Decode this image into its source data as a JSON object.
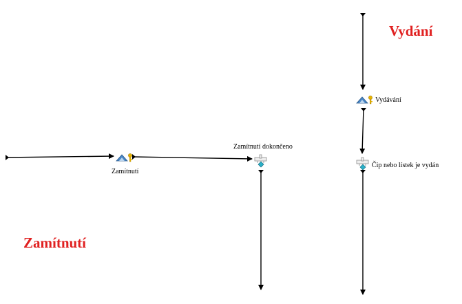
{
  "sections": {
    "vydani": "Vydání",
    "zamitnuti": "Zamítnutí"
  },
  "nodes": {
    "zamitnuti_task": {
      "label": "Zamítnutí",
      "icon": "task-activity-icon"
    },
    "zamitnuti_done": {
      "label": "Zamítnutí dokončeno",
      "icon": "event-split-icon"
    },
    "vydavani_task": {
      "label": "Vydávání",
      "icon": "task-activity-icon"
    },
    "cip_vydan": {
      "label": "Čip nebo lístek je vydán",
      "icon": "event-split-icon"
    }
  },
  "colors": {
    "section_title": "#e02020",
    "connector": "#000000",
    "task_triangle": "#4a86c5",
    "key_icon": "#e8b400",
    "event_marker": "#2ab0c8"
  }
}
